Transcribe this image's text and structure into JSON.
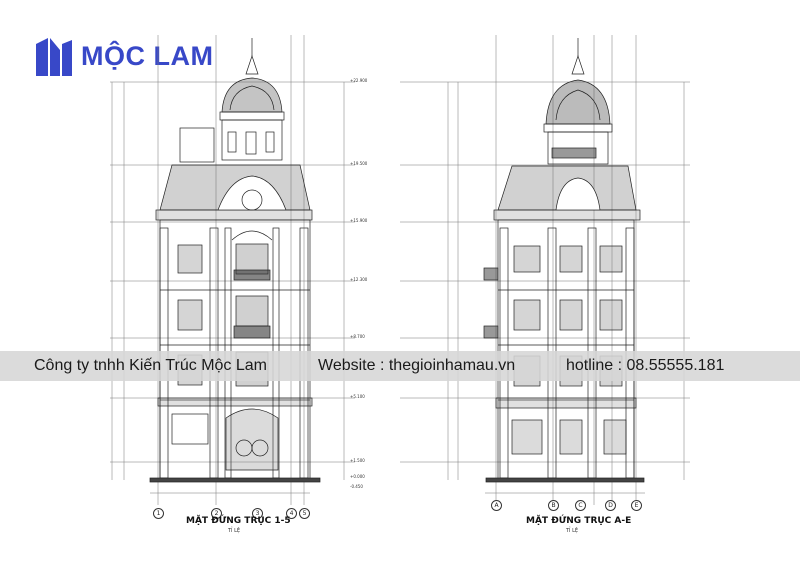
{
  "brand": {
    "name": "MỘC LAM",
    "color": "#3848c8"
  },
  "banner": {
    "company": "Công ty tnhh Kiến Trúc Mộc Lam",
    "website": "Website : thegioinhamau.vn",
    "hotline": "hotline : 08.55555.181"
  },
  "elevations": [
    {
      "title": "MẶT ĐỨNG TRỤC 1-5",
      "scale": "TỈ LỆ",
      "axes": [
        "1",
        "2",
        "3",
        "4",
        "5"
      ]
    },
    {
      "title": "MẶT ĐỨNG TRỤC A-E",
      "scale": "TỈ LỆ",
      "axes": [
        "A",
        "B",
        "C",
        "D",
        "E"
      ]
    }
  ],
  "levels": [
    "+22.900",
    "+19.500",
    "+15.900",
    "+12.300",
    "+8.700",
    "+5.100",
    "+1.500",
    "+0.000",
    "-0.450"
  ]
}
